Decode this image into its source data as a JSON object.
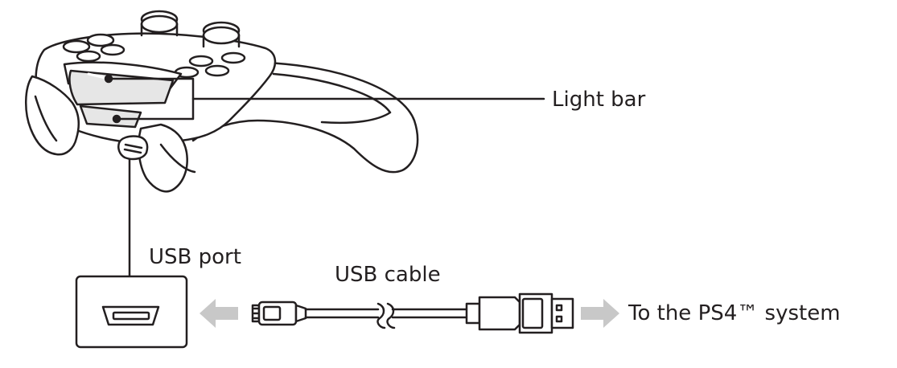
{
  "labels": {
    "light_bar": "Light bar",
    "usb_port": "USB port",
    "usb_cable": "USB cable",
    "destination": "To the PS4™ system"
  },
  "colors": {
    "line": "#231f20",
    "arrow": "#c8c8c8",
    "light_bar_fill": "#e6e6e6"
  },
  "icons": [
    "controller-illustration",
    "usb-port-icon",
    "micro-usb-plug-icon",
    "usb-a-plug-icon",
    "arrow-left-icon",
    "arrow-right-icon"
  ]
}
